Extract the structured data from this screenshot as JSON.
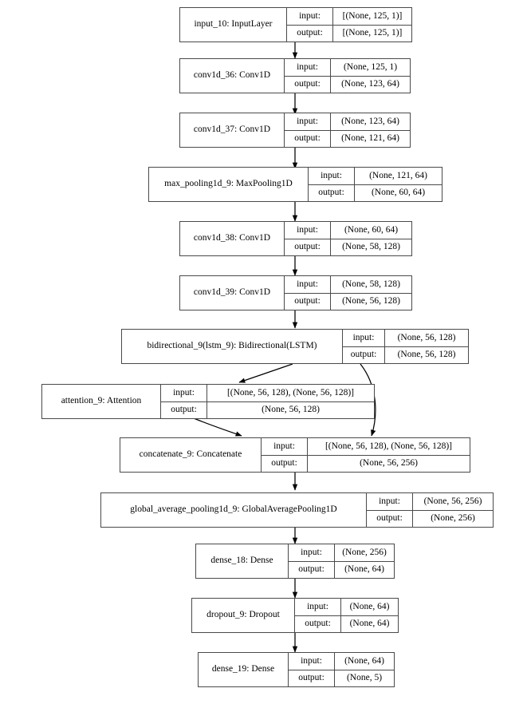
{
  "diagram": {
    "title": "Keras model architecture graph",
    "io_labels": {
      "input": "input:",
      "output": "output:"
    },
    "edge_color": "#000000",
    "border_color": "#4a4a4a",
    "background": "#ffffff"
  },
  "nodes": [
    {
      "id": "input_10",
      "label": "input_10: InputLayer",
      "input": "[(None, 125, 1)]",
      "output": "[(None, 125, 1)]"
    },
    {
      "id": "conv1d_36",
      "label": "conv1d_36: Conv1D",
      "input": "(None, 125, 1)",
      "output": "(None, 123, 64)"
    },
    {
      "id": "conv1d_37",
      "label": "conv1d_37: Conv1D",
      "input": "(None, 123, 64)",
      "output": "(None, 121, 64)"
    },
    {
      "id": "max_pooling1d_9",
      "label": "max_pooling1d_9: MaxPooling1D",
      "input": "(None, 121, 64)",
      "output": "(None, 60, 64)"
    },
    {
      "id": "conv1d_38",
      "label": "conv1d_38: Conv1D",
      "input": "(None, 60, 64)",
      "output": "(None, 58, 128)"
    },
    {
      "id": "conv1d_39",
      "label": "conv1d_39: Conv1D",
      "input": "(None, 58, 128)",
      "output": "(None, 56, 128)"
    },
    {
      "id": "bidirectional_9",
      "label": "bidirectional_9(lstm_9): Bidirectional(LSTM)",
      "input": "(None, 56, 128)",
      "output": "(None, 56, 128)"
    },
    {
      "id": "attention_9",
      "label": "attention_9: Attention",
      "input": "[(None, 56, 128), (None, 56, 128)]",
      "output": "(None, 56, 128)"
    },
    {
      "id": "concatenate_9",
      "label": "concatenate_9: Concatenate",
      "input": "[(None, 56, 128), (None, 56, 128)]",
      "output": "(None, 56, 256)"
    },
    {
      "id": "global_average_pooling1d_9",
      "label": "global_average_pooling1d_9: GlobalAveragePooling1D",
      "input": "(None, 56, 256)",
      "output": "(None, 256)"
    },
    {
      "id": "dense_18",
      "label": "dense_18: Dense",
      "input": "(None, 256)",
      "output": "(None, 64)"
    },
    {
      "id": "dropout_9",
      "label": "dropout_9: Dropout",
      "input": "(None, 64)",
      "output": "(None, 64)"
    },
    {
      "id": "dense_19",
      "label": "dense_19: Dense",
      "input": "(None, 64)",
      "output": "(None, 5)"
    }
  ],
  "edges": [
    {
      "from": "input_10",
      "to": "conv1d_36"
    },
    {
      "from": "conv1d_36",
      "to": "conv1d_37"
    },
    {
      "from": "conv1d_37",
      "to": "max_pooling1d_9"
    },
    {
      "from": "max_pooling1d_9",
      "to": "conv1d_38"
    },
    {
      "from": "conv1d_38",
      "to": "conv1d_39"
    },
    {
      "from": "conv1d_39",
      "to": "bidirectional_9"
    },
    {
      "from": "bidirectional_9",
      "to": "attention_9"
    },
    {
      "from": "bidirectional_9",
      "to": "concatenate_9"
    },
    {
      "from": "attention_9",
      "to": "concatenate_9"
    },
    {
      "from": "concatenate_9",
      "to": "global_average_pooling1d_9"
    },
    {
      "from": "global_average_pooling1d_9",
      "to": "dense_18"
    },
    {
      "from": "dense_18",
      "to": "dropout_9"
    },
    {
      "from": "dropout_9",
      "to": "dense_19"
    }
  ]
}
